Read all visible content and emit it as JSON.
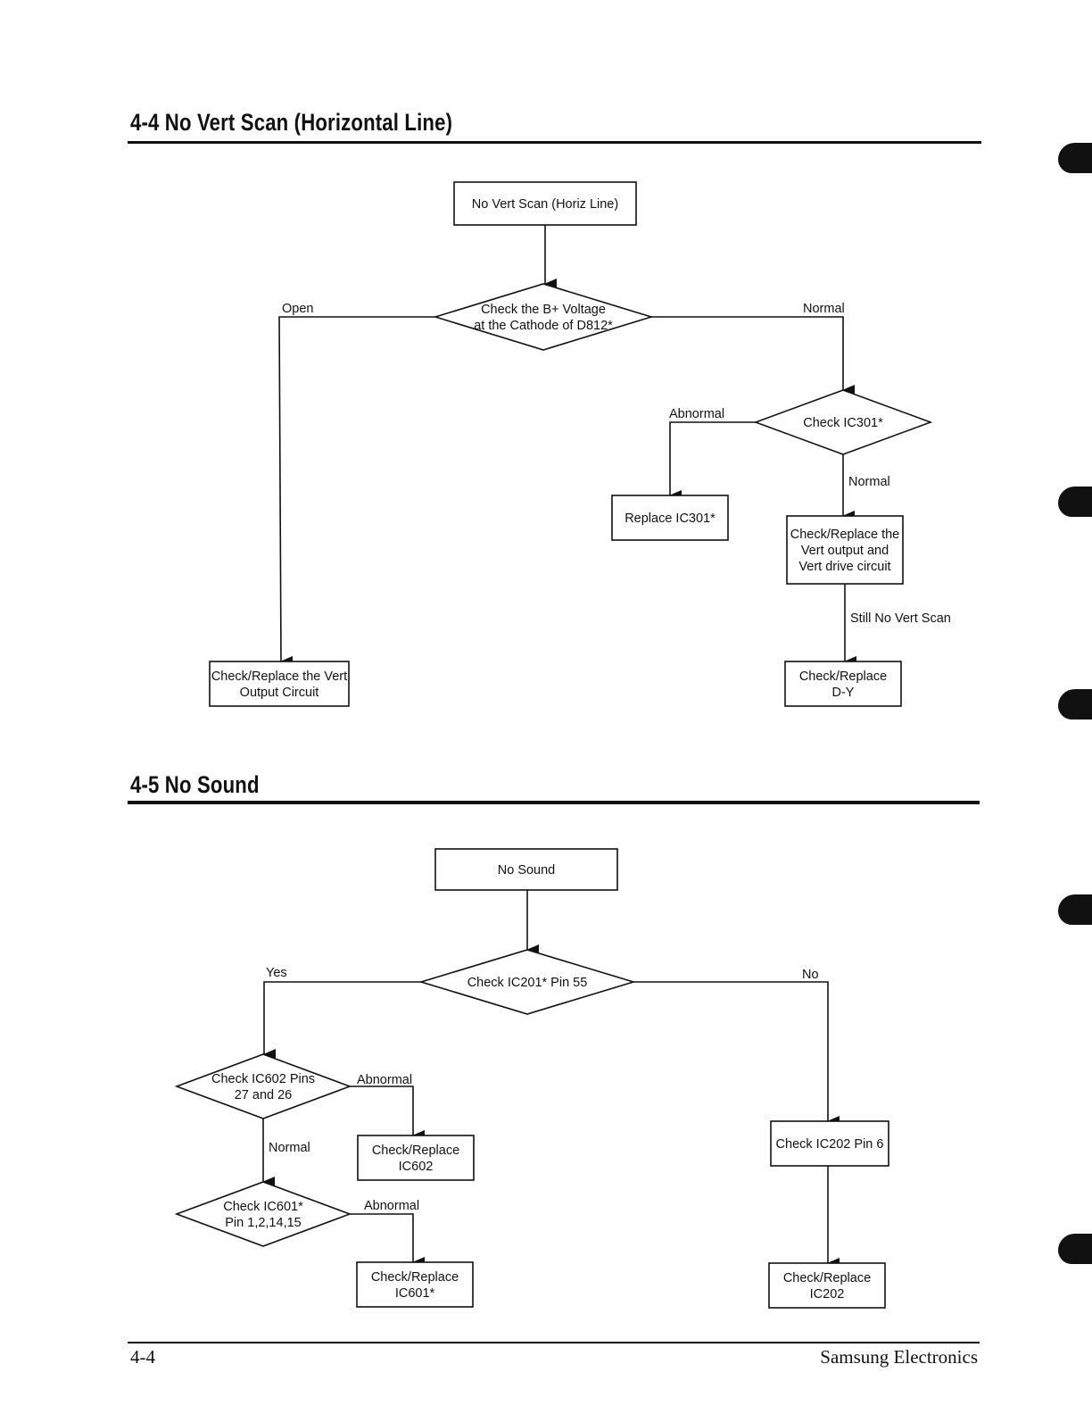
{
  "sections": [
    {
      "title": "4-4 No Vert Scan (Horizontal Line)"
    },
    {
      "title": "4-5 No Sound"
    }
  ],
  "footer": {
    "page": "4-4",
    "company": "Samsung Electronics"
  },
  "diagrams": [
    {
      "nodes": [
        {
          "id": "n1",
          "shape": "box",
          "lines": [
            "No Vert Scan (Horiz Line)"
          ]
        },
        {
          "id": "n2",
          "shape": "diamond",
          "lines": [
            "Check the B+ Voltage",
            "at the Cathode of D812*"
          ]
        },
        {
          "id": "n3",
          "shape": "diamond",
          "lines": [
            "Check IC301*"
          ]
        },
        {
          "id": "n4",
          "shape": "box",
          "lines": [
            "Replace IC301*"
          ]
        },
        {
          "id": "n5",
          "shape": "box",
          "lines": [
            "Check/Replace the",
            "Vert output and",
            "Vert drive circuit"
          ]
        },
        {
          "id": "n6",
          "shape": "box",
          "lines": [
            "Check/Replace",
            "D-Y"
          ]
        },
        {
          "id": "n7",
          "shape": "box",
          "lines": [
            "Check/Replace the Vert",
            "Output Circuit"
          ]
        }
      ],
      "edges": [
        {
          "id": "e1",
          "from": "n1",
          "to": "n2",
          "label": ""
        },
        {
          "id": "e2",
          "from": "n2",
          "to": "n7",
          "label": "Open"
        },
        {
          "id": "e3",
          "from": "n2",
          "to": "n3",
          "label": "Normal"
        },
        {
          "id": "e4",
          "from": "n3",
          "to": "n4",
          "label": "Abnormal"
        },
        {
          "id": "e5",
          "from": "n3",
          "to": "n5",
          "label": "Normal"
        },
        {
          "id": "e6",
          "from": "n5",
          "to": "n6",
          "label": "Still No Vert Scan"
        }
      ]
    },
    {
      "nodes": [
        {
          "id": "m1",
          "shape": "box",
          "lines": [
            "No Sound"
          ]
        },
        {
          "id": "m2",
          "shape": "diamond",
          "lines": [
            "Check IC201* Pin 55"
          ]
        },
        {
          "id": "m3",
          "shape": "diamond",
          "lines": [
            "Check IC602 Pins",
            "27 and 26"
          ]
        },
        {
          "id": "m4",
          "shape": "box",
          "lines": [
            "Check/Replace",
            "IC602"
          ]
        },
        {
          "id": "m5",
          "shape": "diamond",
          "lines": [
            "Check IC601*",
            "Pin 1,2,14,15"
          ]
        },
        {
          "id": "m6",
          "shape": "box",
          "lines": [
            "Check/Replace",
            "IC601*"
          ]
        },
        {
          "id": "m7",
          "shape": "box",
          "lines": [
            "Check IC202 Pin 6"
          ]
        },
        {
          "id": "m8",
          "shape": "box",
          "lines": [
            "Check/Replace",
            "IC202"
          ]
        }
      ],
      "edges": [
        {
          "id": "f1",
          "from": "m1",
          "to": "m2",
          "label": ""
        },
        {
          "id": "f2",
          "from": "m2",
          "to": "m3",
          "label": "Yes"
        },
        {
          "id": "f3",
          "from": "m2",
          "to": "m7",
          "label": "No"
        },
        {
          "id": "f4",
          "from": "m3",
          "to": "m4",
          "label": "Abnormal"
        },
        {
          "id": "f5",
          "from": "m3",
          "to": "m5",
          "label": "Normal"
        },
        {
          "id": "f6",
          "from": "m5",
          "to": "m6",
          "label": "Abnormal"
        },
        {
          "id": "f7",
          "from": "m7",
          "to": "m8",
          "label": ""
        }
      ]
    }
  ]
}
